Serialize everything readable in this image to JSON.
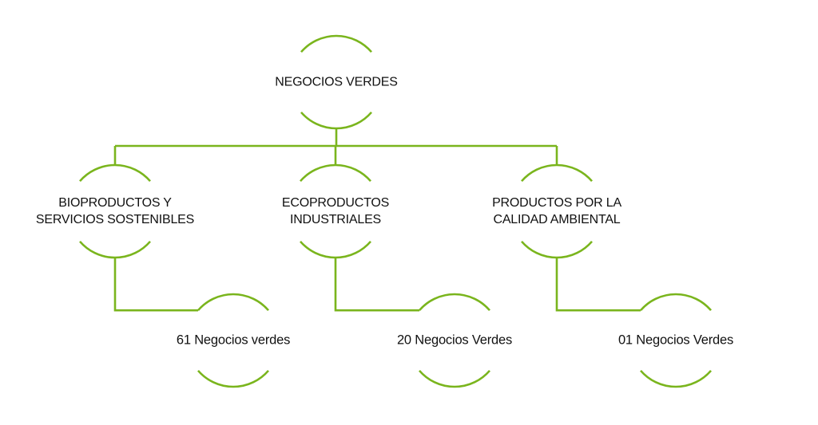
{
  "diagram": {
    "type": "hierarchy",
    "line_color": "#7ab51d",
    "text_color": "#111111",
    "root": {
      "label": "NEGOCIOS VERDES"
    },
    "categories": [
      {
        "label": "BIOPRODUCTOS Y\nSERVICIOS SOSTENIBLES",
        "child": {
          "label": "61 Negocios verdes"
        }
      },
      {
        "label": "ECOPRODUCTOS\nINDUSTRIALES",
        "child": {
          "label": "20 Negocios Verdes"
        }
      },
      {
        "label": "PRODUCTOS POR LA\nCALIDAD AMBIENTAL",
        "child": {
          "label": "01 Negocios Verdes"
        }
      }
    ]
  }
}
